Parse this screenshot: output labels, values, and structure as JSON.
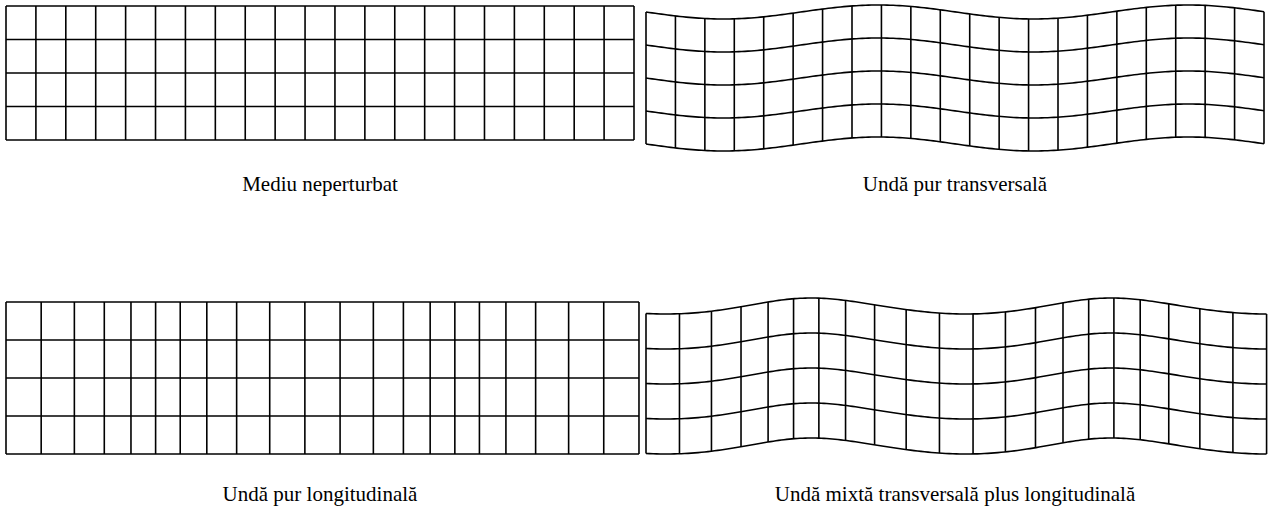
{
  "diagram": {
    "labels": [
      "Mediu neperturbat",
      "Undă pur transversală",
      "Undă pur longitudinală",
      "Undă mixtă transversală plus longitudinală"
    ]
  }
}
